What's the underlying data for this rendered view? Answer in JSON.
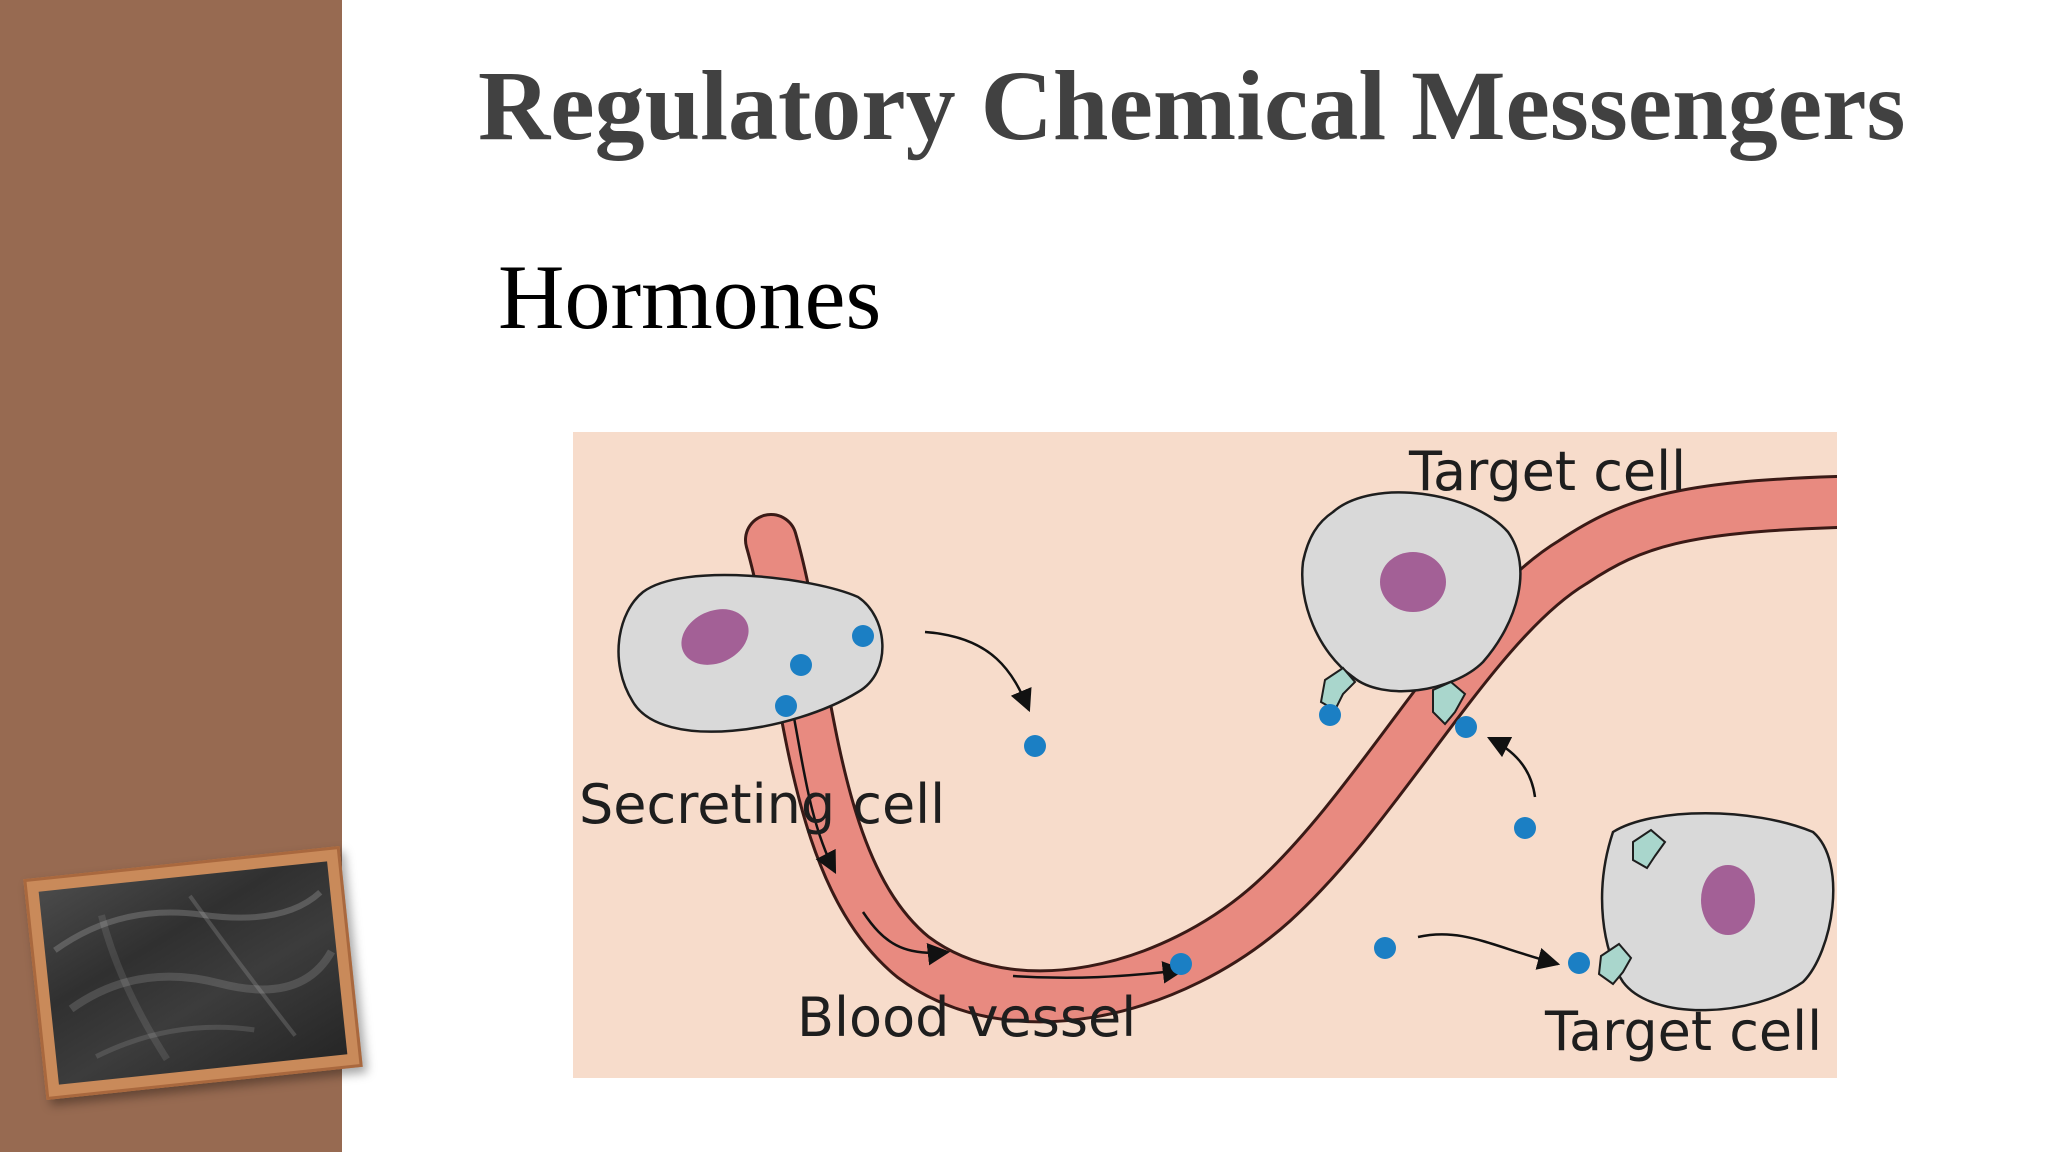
{
  "slide": {
    "title": "Regulatory Chemical Messengers",
    "subtitle": "Hormones"
  },
  "diagram": {
    "labels": {
      "secreting_cell": "Secreting cell",
      "blood_vessel": "Blood vessel",
      "target_cell_top": "Target cell",
      "target_cell_bottom": "Target cell"
    },
    "colors": {
      "background": "#f7dccb",
      "vessel": "#e88a80",
      "vessel_outline": "#5a2a25",
      "cell_fill": "#d9d9d9",
      "nucleus": "#a36096",
      "hormone": "#1b7fc4",
      "receptor": "#a9d6cc",
      "side_panel": "#976a51"
    }
  }
}
